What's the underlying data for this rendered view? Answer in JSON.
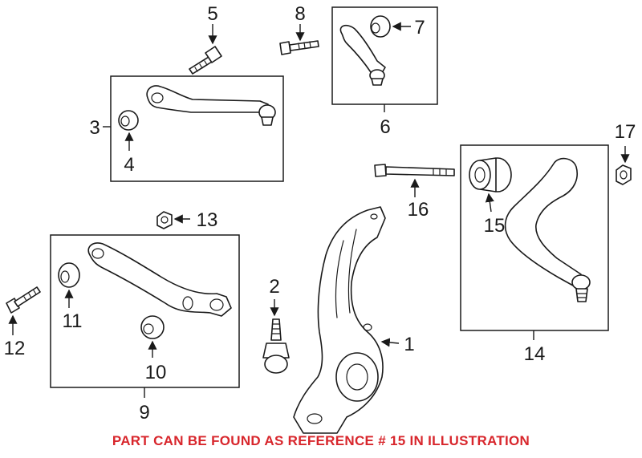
{
  "colors": {
    "footer_text": "#d8262c",
    "line_art": "#1a1a1a"
  },
  "callouts": {
    "c1": "1",
    "c2": "2",
    "c3": "3",
    "c4": "4",
    "c5": "5",
    "c6": "6",
    "c7": "7",
    "c8": "8",
    "c9": "9",
    "c10": "10",
    "c11": "11",
    "c12": "12",
    "c13": "13",
    "c14": "14",
    "c15": "15",
    "c16": "16",
    "c17": "17"
  },
  "footer": {
    "note": "PART CAN BE FOUND AS REFERENCE # 15 IN ILLUSTRATION"
  }
}
